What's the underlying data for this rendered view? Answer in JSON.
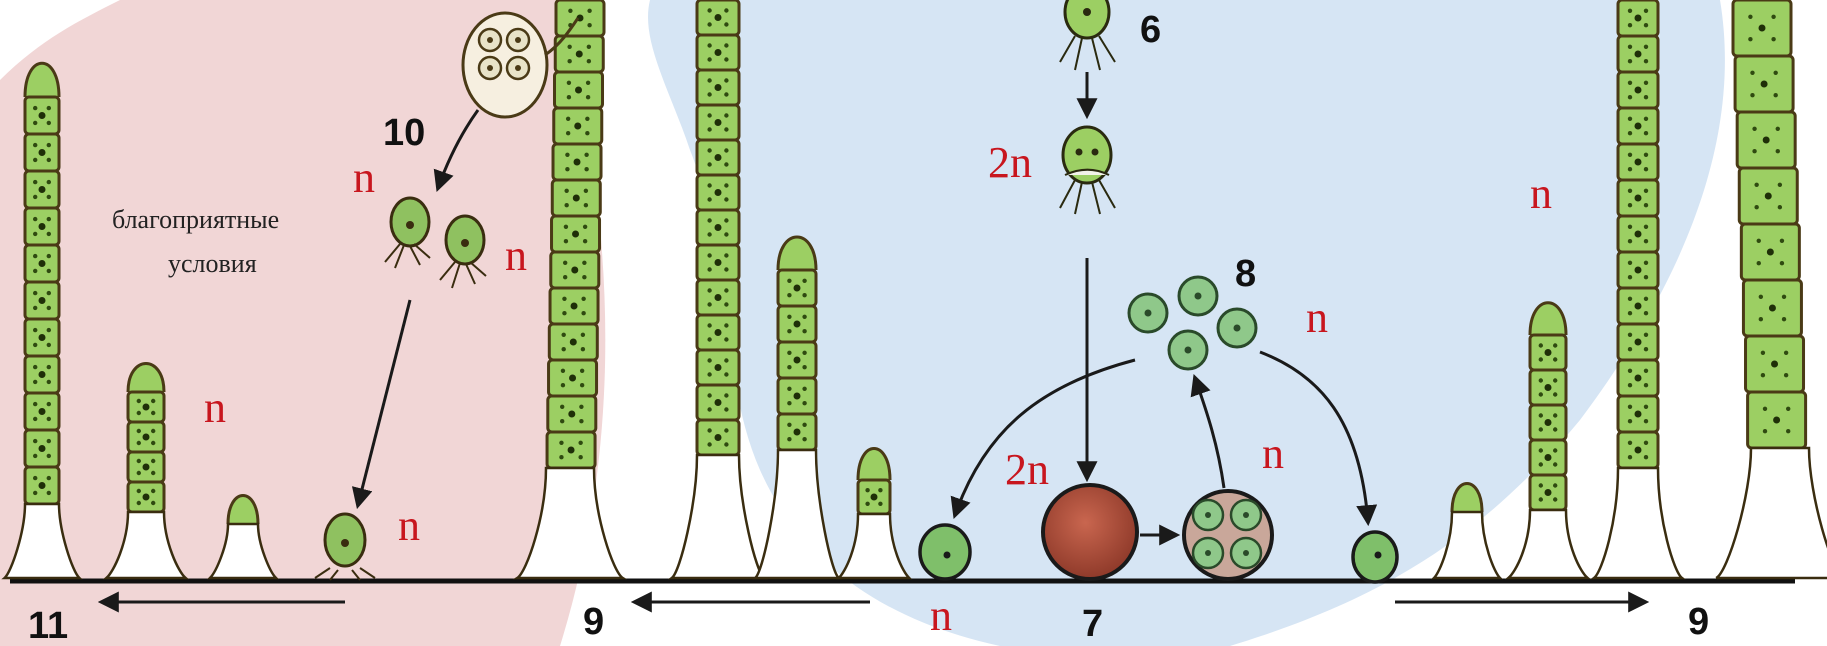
{
  "colors": {
    "haploid_zone": "#f1d6d6",
    "life_cycle_zone": "#d6e5f4",
    "cell_fill": "#9ccf63",
    "cell_wall": "#4a3a16",
    "zygote_fill": "#b34c3a",
    "ploidy_text": "#c8161e"
  },
  "stage_numbers": {
    "n6": "6",
    "n7": "7",
    "n8": "8",
    "n9a": "9",
    "n9b": "9",
    "n10": "10",
    "n11": "11"
  },
  "ploidy": {
    "haploid": "n",
    "diploid": "2n"
  },
  "caption": {
    "line1": "благоприятные",
    "line2": "условия"
  }
}
